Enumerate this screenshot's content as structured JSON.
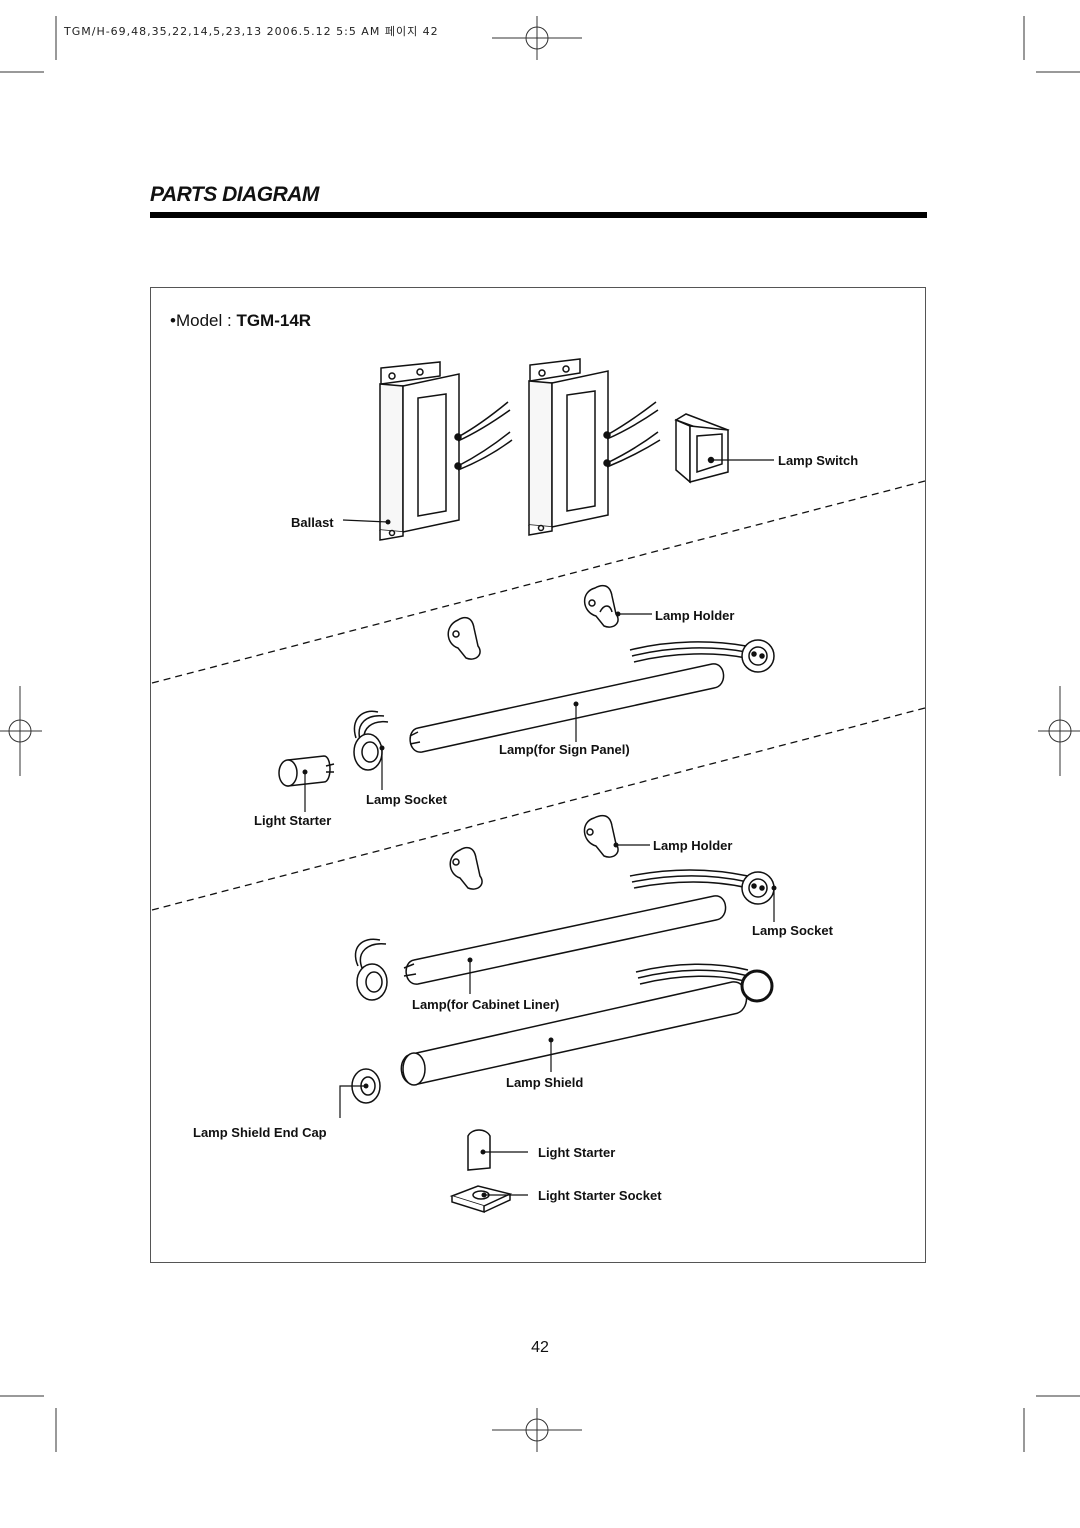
{
  "print_header": "TGM/H-69,48,35,22,14,5,23,13  2006.5.12 5:5 AM 페이지 42",
  "title": "PARTS DIAGRAM",
  "model": {
    "bullet_prefix": "•Model : ",
    "value": "TGM-14R"
  },
  "page_number": "42",
  "parts": {
    "lamp_switch": "Lamp Switch",
    "ballast": "Ballast",
    "lamp_holder_1": "Lamp Holder",
    "lamp_sign_panel": "Lamp(for Sign Panel)",
    "lamp_socket_1": "Lamp Socket",
    "light_starter_1": "Light Starter",
    "lamp_holder_2": "Lamp Holder",
    "lamp_socket_2": "Lamp Socket",
    "lamp_cabinet_liner": "Lamp(for Cabinet Liner)",
    "lamp_shield": "Lamp Shield",
    "lamp_shield_end_cap": "Lamp Shield End Cap",
    "light_starter_2": "Light Starter",
    "light_starter_socket": "Light Starter Socket"
  }
}
